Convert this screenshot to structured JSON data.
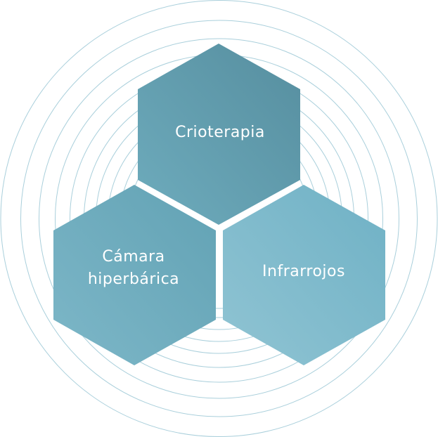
{
  "diagram": {
    "circle_color": "#a9cfdb",
    "hexagons": [
      {
        "label": "Crioterapia",
        "color_from": "#6eacbd",
        "color_to": "#568e9f"
      },
      {
        "label": "Cámara\nhiperbárica",
        "color_from": "#7db7c8",
        "color_to": "#62a2b4"
      },
      {
        "label": "Infrarrojos",
        "color_from": "#90c4d3",
        "color_to": "#6fb1c5"
      }
    ]
  }
}
